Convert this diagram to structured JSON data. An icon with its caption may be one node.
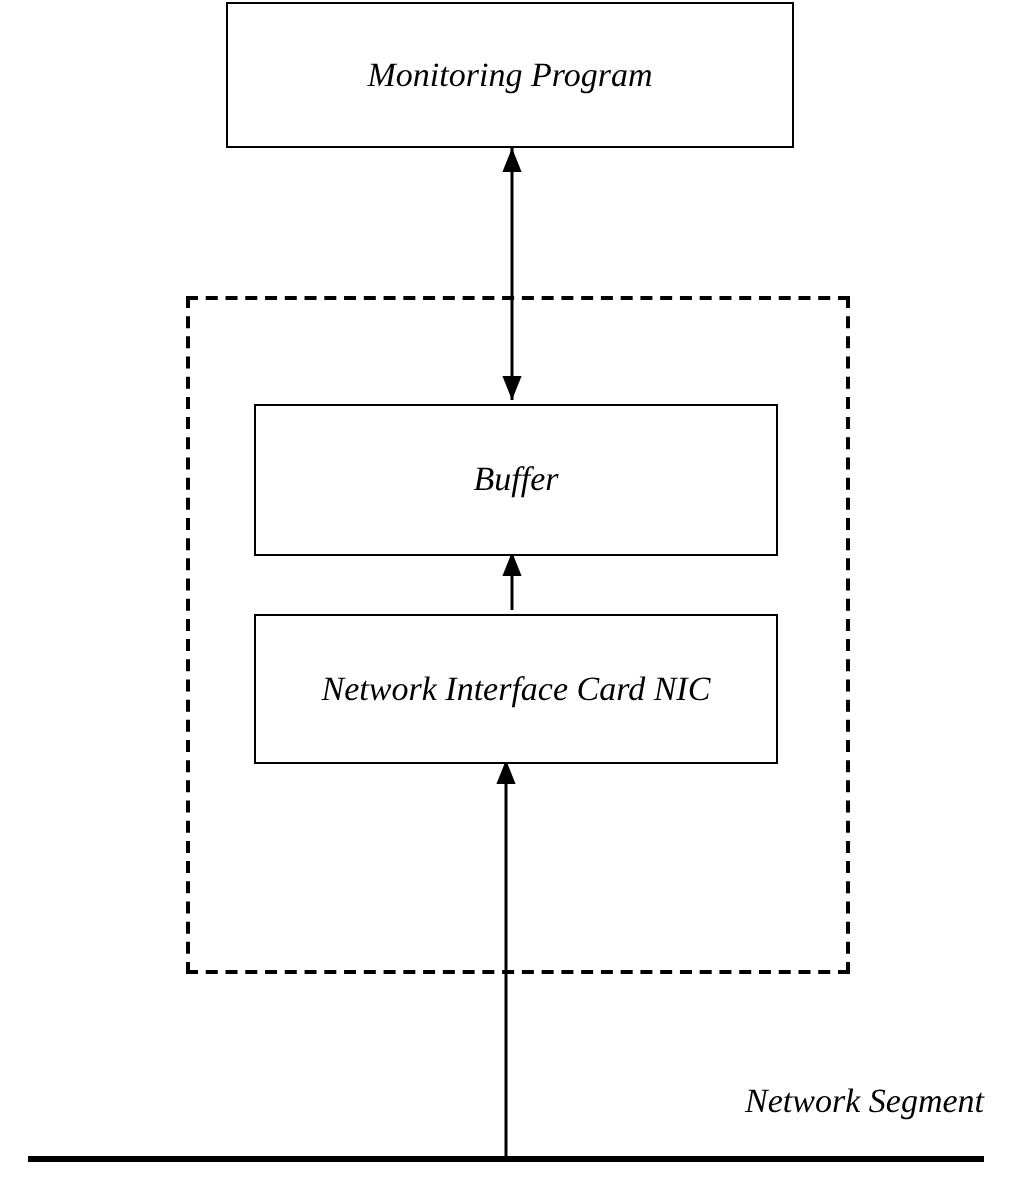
{
  "diagram": {
    "nodes": [
      {
        "text": [
          "Monitoring Program"
        ]
      },
      {
        "text": [],
        "shape": "box"
      },
      {
        "text": [
          "Buffer"
        ],
        "in": 1
      },
      {
        "text": [
          "Network Interface Card NIC"
        ],
        "in": 1
      },
      {
        "text": [],
        "shape": "bar",
        "beside": [
          "Network Segment"
        ]
      }
    ],
    "edges": [
      {
        "from": 0,
        "to": 2,
        "arrow": "both"
      },
      {
        "from": 3,
        "to": 2,
        "arrow": "to"
      },
      {
        "from": 4,
        "to": 3,
        "arrow": "to"
      }
    ]
  }
}
